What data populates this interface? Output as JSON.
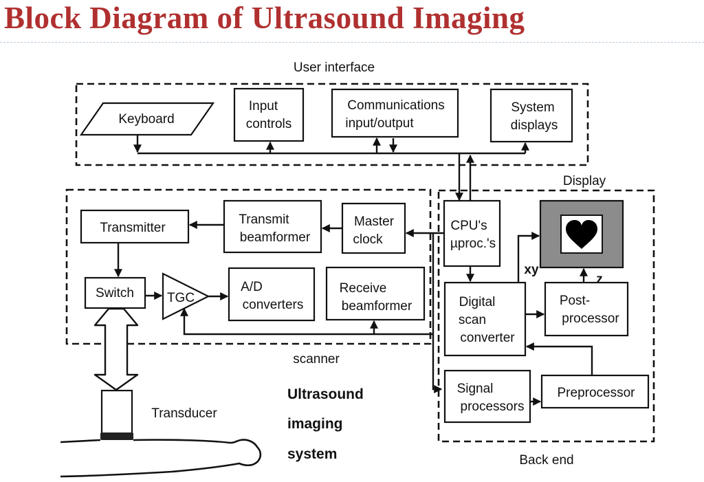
{
  "title": "Block Diagram of Ultrasound Imaging",
  "groups": {
    "user_interface": "User interface",
    "display": "Display",
    "scanner": "scanner",
    "back_end": "Back end"
  },
  "blocks": {
    "keyboard": "Keyboard",
    "input_controls": [
      "Input",
      "controls"
    ],
    "comm_io": [
      "Communications",
      "input/output"
    ],
    "system_displays": [
      "System",
      "displays"
    ],
    "transmitter": "Transmitter",
    "transmit_beamformer": [
      "Transmit",
      "beamformer"
    ],
    "master_clock": [
      "Master",
      "clock"
    ],
    "cpu": [
      "CPU's",
      "µproc.'s"
    ],
    "switch": "Switch",
    "tgc": "TGC",
    "ad_converters": [
      "A/D",
      "converters"
    ],
    "receive_beamformer": [
      "Receive",
      "beamformer"
    ],
    "digital_scan_converter": [
      "Digital",
      "scan",
      "converter"
    ],
    "post_processor": [
      "Post-",
      "processor"
    ],
    "signal_processors": [
      "Signal",
      "processors"
    ],
    "preprocessor": "Preprocessor",
    "transducer": "Transducer"
  },
  "signal_labels": {
    "xy": "xy",
    "z": "z"
  },
  "caption": [
    "Ultrasound",
    "imaging",
    "system"
  ]
}
